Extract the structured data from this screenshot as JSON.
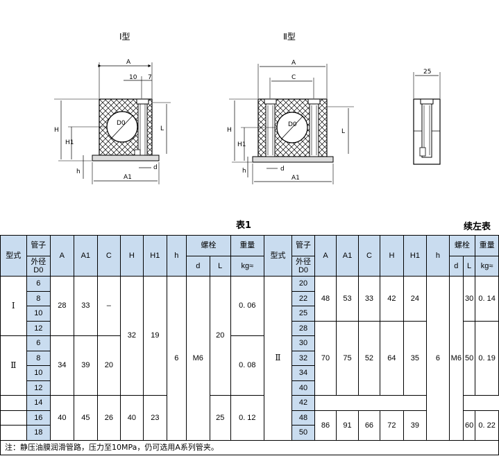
{
  "drawings": {
    "type1": {
      "title": "Ⅰ型",
      "dims": {
        "A": "A",
        "d10": "10",
        "d7": "7",
        "H": "H",
        "H1": "H1",
        "h": "h",
        "L": "L",
        "D0": "D0",
        "A1": "A1",
        "d": "d"
      }
    },
    "type2": {
      "title": "Ⅱ型",
      "dims": {
        "A": "A",
        "C": "C",
        "H": "H",
        "H1": "H1",
        "h": "h",
        "L": "L",
        "D0": "D0",
        "A1": "A1",
        "d": "d"
      }
    },
    "side": {
      "dims": {
        "w25": "25"
      }
    }
  },
  "table": {
    "title": "表1",
    "continued": "续左表",
    "headers": {
      "type": "型式",
      "pipe_line1": "管子",
      "pipe_line2": "外径",
      "pipe_line3": "D0",
      "A": "A",
      "A1": "A1",
      "C": "C",
      "H": "H",
      "H1": "H1",
      "h": "h",
      "bolt": "螺栓",
      "d": "d",
      "L": "L",
      "weight_line1": "重量",
      "weight_line2": "kg≈"
    },
    "left": {
      "type_I": "Ⅰ",
      "type_II": "Ⅱ",
      "d0": [
        "6",
        "8",
        "10",
        "12",
        "6",
        "8",
        "10",
        "12",
        "14",
        "16",
        "18"
      ],
      "g1": {
        "A": "28",
        "A1": "33",
        "C": "–",
        "weight": "0. 06"
      },
      "g2": {
        "A": "34",
        "A1": "39",
        "C": "20",
        "L": "20",
        "weight": "0. 08"
      },
      "g3": {
        "A": "40",
        "A1": "45",
        "C": "26",
        "H": "40",
        "H1": "23",
        "L": "25",
        "weight": "0. 12"
      },
      "shared": {
        "H": "32",
        "H1": "19",
        "h": "6",
        "d": "M6"
      }
    },
    "right": {
      "type_II": "Ⅱ",
      "d0": [
        "20",
        "22",
        "25",
        "28",
        "30",
        "32",
        "34",
        "40",
        "42",
        "48",
        "50"
      ],
      "g1": {
        "A": "48",
        "A1": "53",
        "C": "33",
        "H": "42",
        "H1": "24",
        "L": "30",
        "weight": "0. 14"
      },
      "g2": {
        "A": "70",
        "A1": "75",
        "C": "52",
        "H": "64",
        "H1": "35",
        "L": "50",
        "weight": "0. 19"
      },
      "g3": {
        "A": "86",
        "A1": "91",
        "C": "66",
        "H": "72",
        "H1": "39",
        "L": "60",
        "weight": "0. 22"
      },
      "shared": {
        "h": "6",
        "d": "M6"
      }
    },
    "note": "注：静压油膜润滑管路，压力至10MPa，仍可选用A系列管夹。"
  },
  "colors": {
    "header_fill": "#c9dcef"
  }
}
